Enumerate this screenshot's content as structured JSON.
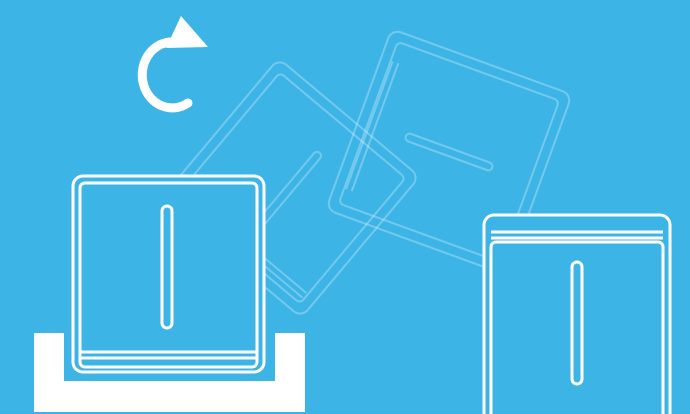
{
  "scene": {
    "background_color": "#3db4e6",
    "line_color": "#ffffff",
    "ghost_opacity": 0.28,
    "elements": [
      {
        "name": "rotate-arrow-icon",
        "icon": "clockwise-arrow"
      },
      {
        "name": "switch-in-dock",
        "icon": "rocker-switch"
      },
      {
        "name": "dock-cradle",
        "icon": "cradle"
      },
      {
        "name": "ghost-switch-tilted-left",
        "icon": "rocker-switch"
      },
      {
        "name": "ghost-switch-tilted-right",
        "icon": "rocker-switch"
      },
      {
        "name": "switch-standalone",
        "icon": "rocker-switch"
      }
    ]
  }
}
